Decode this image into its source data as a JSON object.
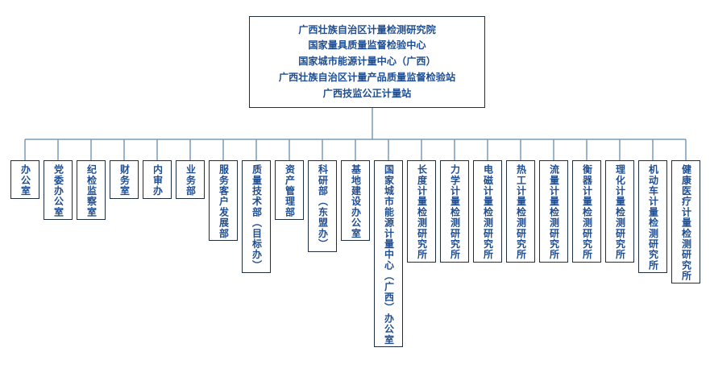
{
  "root_lines": [
    "广西壮族自治区计量检测研究院",
    "国家量具质量监督检验中心",
    "国家城市能源计量中心（广西）",
    "广西壮族自治区计量产品质量监督检验站",
    "广西技监公正计量站"
  ],
  "departments": [
    "办公室",
    "党委办公室",
    "纪检监察室",
    "财务室",
    "内审办",
    "业务部",
    "服务客户发展部",
    "质量技术部（目标办）",
    "资产管理部",
    "科研部（东盟办）",
    "基地建设办公室",
    "国家城市能源计量中心（广西）办公室",
    "长度计量检测研究所",
    "力学计量检测研究所",
    "电磁计量检测研究所",
    "热工计量检测研究所",
    "流量计量检测研究所",
    "衡器计量检测研究所",
    "理化计量检测研究所",
    "机动车计量检测研究所",
    "健康医疗计量检测研究所"
  ],
  "colors": {
    "text": "#1f4e92",
    "line": "#7b9ab9",
    "border": "#1f2f3f"
  }
}
